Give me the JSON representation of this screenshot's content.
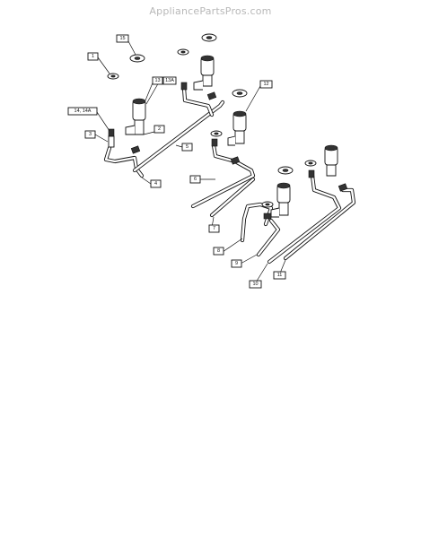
{
  "site": {
    "watermark": "AppliancePartsPros.com"
  },
  "callouts": [
    {
      "id": "15"
    },
    {
      "id": "1"
    },
    {
      "id": "13"
    },
    {
      "id": "13A"
    },
    {
      "id": "14, 14A"
    },
    {
      "id": "2"
    },
    {
      "id": "3"
    },
    {
      "id": "5"
    },
    {
      "id": "4"
    },
    {
      "id": "12"
    },
    {
      "id": "6"
    },
    {
      "id": "7"
    },
    {
      "id": "8"
    },
    {
      "id": "9"
    },
    {
      "id": "10"
    },
    {
      "id": "11"
    }
  ]
}
